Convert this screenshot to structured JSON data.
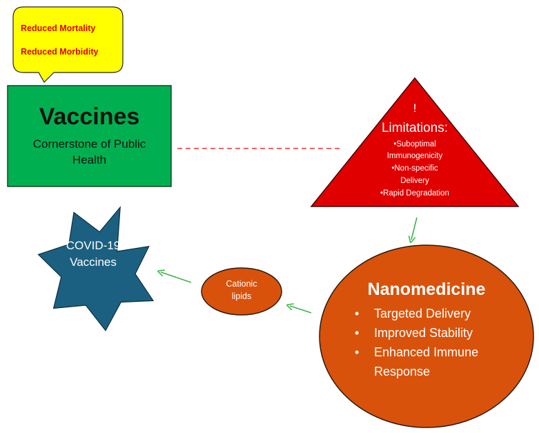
{
  "callout": {
    "line1": "Reduced Mortality",
    "line2": "Reduced Morbidity"
  },
  "vaccines_box": {
    "title": "Vaccines",
    "subtitle_line1": "Cornerstone of Public",
    "subtitle_line2": "Health"
  },
  "limitations": {
    "mark": "!",
    "title": "Limitations:",
    "items": [
      "•Suboptimal",
      "Immunogenicity",
      "•Non-specific",
      "Delivery",
      "•Rapid Degradation"
    ]
  },
  "nanomedicine": {
    "title": "Nanomedicine",
    "bullet": "•",
    "items": [
      "Targeted Delivery",
      "Improved Stability",
      "Enhanced Immune",
      "Response"
    ]
  },
  "cationic": {
    "line1": "Cationic",
    "line2": "lipids"
  },
  "covid": {
    "line1": "COVID-19",
    "line2": "Vaccines"
  },
  "colors": {
    "callout_fill": "#ffff00",
    "callout_text": "#e00000",
    "vaccines_fill": "#00b050",
    "triangle_fill": "#e00000",
    "nano_fill": "#d9520b",
    "covid_fill": "#1b6080",
    "arrow": "#3cb54a",
    "dash": "#e83030"
  }
}
